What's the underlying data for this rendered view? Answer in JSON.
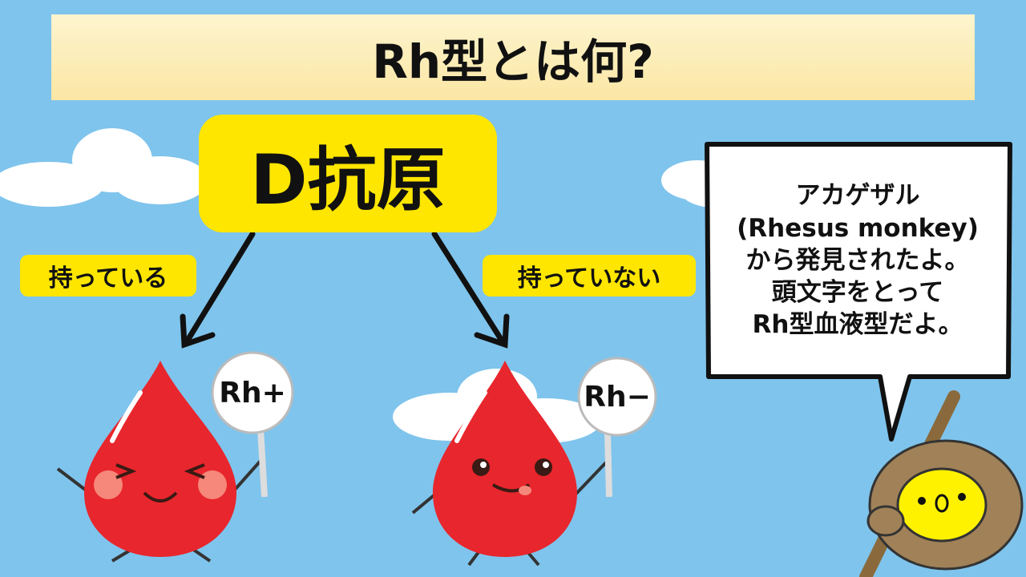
{
  "title": "Rh型とは何?",
  "antigen": "D抗原",
  "labels": {
    "has": "持っている",
    "has_not": "持っていない"
  },
  "signs": {
    "positive": "Rh+",
    "negative": "Rh−"
  },
  "bubble_lines": [
    "アカゲザル",
    "(Rhesus monkey)",
    "から発見されたよ。",
    "頭文字をとって",
    "Rh型血液型だよ。"
  ],
  "colors": {
    "sky": "#7fc4ec",
    "yellow": "#ffe600",
    "drop": "#e8262d",
    "banner": "#fbe6a4"
  }
}
